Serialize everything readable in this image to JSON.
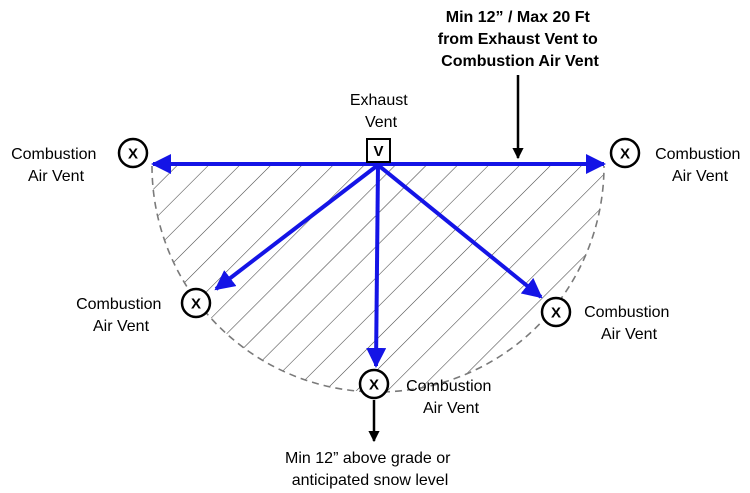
{
  "exhaust_vent": {
    "label_line1": "Exhaust",
    "label_line2": "Vent",
    "symbol": "V"
  },
  "air_vent_symbol": "X",
  "air_vents": [
    {
      "id": "left",
      "line1": "Combustion",
      "line2": "Air Vent"
    },
    {
      "id": "right",
      "line1": "Combustion",
      "line2": "Air Vent"
    },
    {
      "id": "lower-left",
      "line1": "Combustion",
      "line2": "Air Vent"
    },
    {
      "id": "lower-right",
      "line1": "Combustion",
      "line2": "Air Vent"
    },
    {
      "id": "bottom",
      "line1": "Combustion",
      "line2": "Air Vent"
    }
  ],
  "distance_note": {
    "line1": "Min 12” / Max 20 Ft",
    "line2": "from Exhaust Vent to",
    "line3": "Combustion Air Vent"
  },
  "grade_note": {
    "line1": "Min 12” above grade or",
    "line2": "anticipated snow level"
  },
  "colors": {
    "arrow": "#1414e6",
    "outline": "#000000",
    "hatch": "#444444",
    "dashed_boundary": "#7a7a7a"
  }
}
